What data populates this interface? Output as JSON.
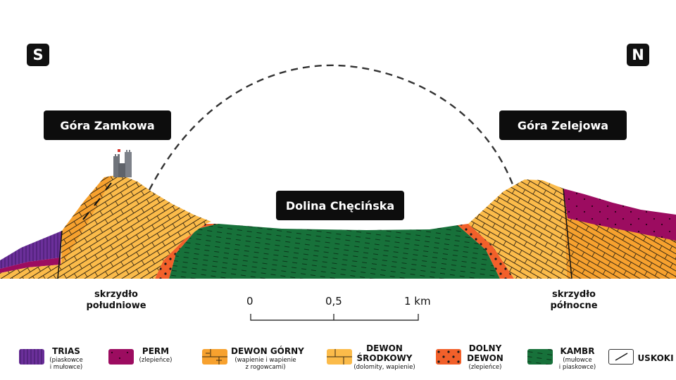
{
  "directions": {
    "south": "S",
    "north": "N"
  },
  "labels": {
    "gora_zamkowa": "Góra Zamkowa",
    "gora_zelejowa": "Góra Zelejowa",
    "dolina": "Dolina Chęcińska",
    "wing_south": [
      "skrzydło",
      "południowe"
    ],
    "wing_north": [
      "skrzydło",
      "północne"
    ]
  },
  "scale": {
    "ticks": [
      "0",
      "0,5",
      "1 km"
    ]
  },
  "legend": [
    {
      "id": "trias",
      "title": [
        "TRIAS"
      ],
      "sub": [
        "(piaskowce",
        "i mułowce)"
      ],
      "color": "#6b2f9a"
    },
    {
      "id": "perm",
      "title": [
        "PERM"
      ],
      "sub": [
        "(zlepieńce)"
      ],
      "color": "#9c0c60"
    },
    {
      "id": "dewon_gorny",
      "title": [
        "DEWON GÓRNY"
      ],
      "sub": [
        "(wapienie i wapienie",
        "z rogowcami)"
      ],
      "color": "#f7a12e"
    },
    {
      "id": "dewon_srodkowy",
      "title": [
        "DEWON",
        "ŚRODKOWY"
      ],
      "sub": [
        "(dolomity, wapienie)"
      ],
      "color": "#fbbb4a"
    },
    {
      "id": "dolny_dewon",
      "title": [
        "DOLNY",
        "DEWON"
      ],
      "sub": [
        "(zlepieńce)"
      ],
      "color": "#f2602a"
    },
    {
      "id": "kambr",
      "title": [
        "KAMBR"
      ],
      "sub": [
        "(mułowce",
        "i piaskowce)"
      ],
      "color": "#17713a"
    },
    {
      "id": "uskoki",
      "title": [
        "USKOKI"
      ],
      "sub": [],
      "color": "#ffffff"
    }
  ]
}
